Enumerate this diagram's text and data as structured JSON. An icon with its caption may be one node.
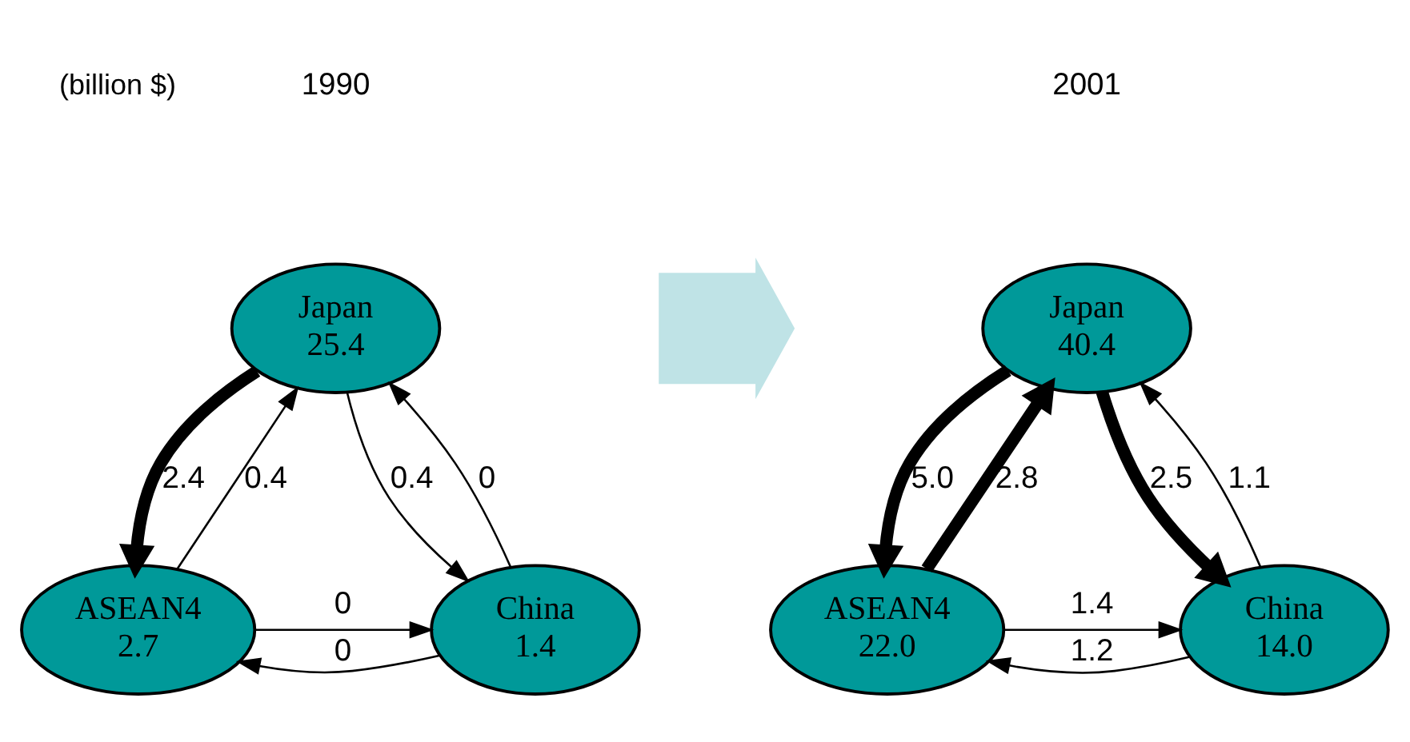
{
  "diagram": {
    "nodes": [
      {
        "text": [
          "Japan",
          "25.4"
        ]
      },
      {
        "text": [
          "ASEAN4",
          "2.7"
        ]
      },
      {
        "text": [
          "China",
          "1.4"
        ]
      },
      {
        "text": [],
        "shape": "arrow"
      },
      {
        "text": [
          "Japan",
          "40.4"
        ]
      },
      {
        "text": [
          "ASEAN4",
          "22.0"
        ]
      },
      {
        "text": [
          "China",
          "14.0"
        ]
      }
    ],
    "edges": [
      {
        "from": 1,
        "to": 0,
        "arrow": "to",
        "label": "0.4"
      },
      {
        "from": 0,
        "to": 1,
        "arrow": "to",
        "label": "2.4",
        "style": "thick"
      },
      {
        "from": 2,
        "to": 0,
        "arrow": "to",
        "label": "0"
      },
      {
        "from": 0,
        "to": 2,
        "arrow": "to",
        "label": "0.4"
      },
      {
        "from": 1,
        "to": 2,
        "arrow": "to",
        "label": "0"
      },
      {
        "from": 2,
        "to": 1,
        "arrow": "to",
        "label": "0"
      },
      {
        "from": 5,
        "to": 4,
        "arrow": "to",
        "label": "2.8",
        "style": "thick"
      },
      {
        "from": 4,
        "to": 5,
        "arrow": "to",
        "label": "5.0",
        "style": "thick"
      },
      {
        "from": 4,
        "to": 6,
        "arrow": "to",
        "label": "2.5",
        "style": "thick"
      },
      {
        "from": 6,
        "to": 4,
        "arrow": "to",
        "label": "1.1"
      },
      {
        "from": 5,
        "to": 6,
        "arrow": "to",
        "label": "1.4"
      },
      {
        "from": 6,
        "to": 5,
        "arrow": "to",
        "label": "1.2"
      }
    ],
    "labels": [
      "(billion $)",
      "1990",
      "2001"
    ]
  }
}
